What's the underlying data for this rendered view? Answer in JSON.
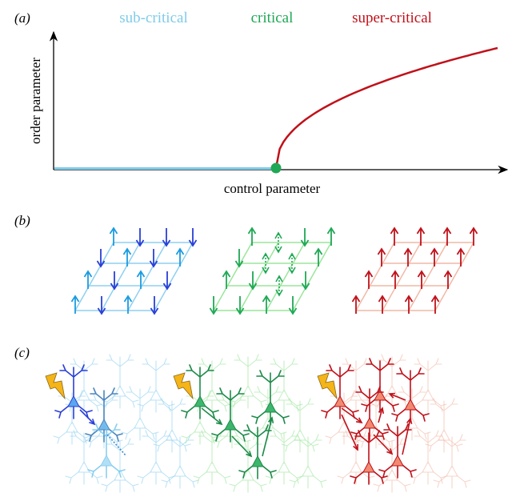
{
  "panel_a": {
    "label": "(a)",
    "regimes": {
      "sub": "sub-critical",
      "critical": "critical",
      "super": "super-critical"
    },
    "ylabel": "order parameter",
    "xlabel": "control parameter"
  },
  "panel_b": {
    "label": "(b)",
    "grids": [
      {
        "name": "sub-critical",
        "spins": [
          [
            "up",
            "down",
            "down",
            "down"
          ],
          [
            "down",
            "up",
            "down",
            "up"
          ],
          [
            "up",
            "down",
            "up",
            "down"
          ],
          [
            "up",
            "down",
            "up",
            "down"
          ]
        ]
      },
      {
        "name": "critical",
        "spins": [
          [
            "up",
            "both",
            "down",
            "up"
          ],
          [
            "down",
            "both",
            "both",
            "up"
          ],
          [
            "up",
            "down",
            "both",
            "down"
          ],
          [
            "down",
            "down",
            "up",
            "down"
          ]
        ]
      },
      {
        "name": "super-critical",
        "spins": [
          [
            "up",
            "up",
            "up",
            "up"
          ],
          [
            "up",
            "up",
            "up",
            "up"
          ],
          [
            "up",
            "up",
            "up",
            "up"
          ],
          [
            "up",
            "up",
            "up",
            "up"
          ]
        ]
      }
    ]
  },
  "panel_c": {
    "label": "(c)"
  },
  "colors": {
    "sub": "#7fcbe8",
    "sub_dark": "#2a3fd6",
    "sub_grid": "#8fd0f0",
    "critical": "#1fa855",
    "crit_dark": "#1e8a4a",
    "crit_grid": "#9be69b",
    "super": "#c0111a",
    "super_grid": "#f1b9a6",
    "bolt": "#f5b417"
  }
}
